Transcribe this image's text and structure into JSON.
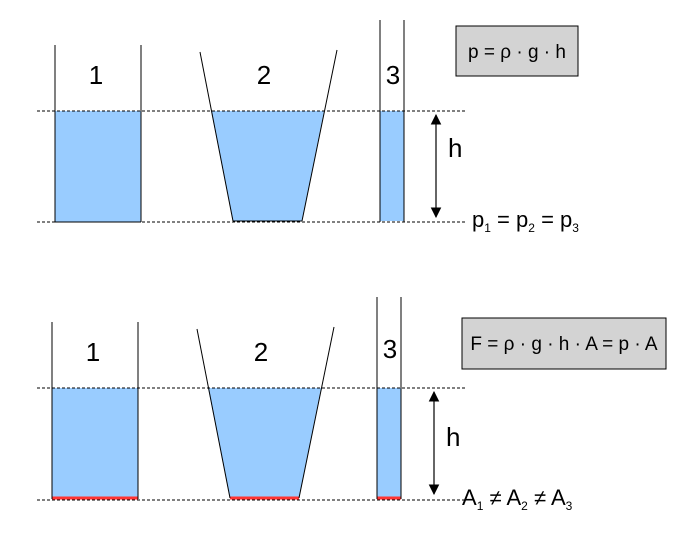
{
  "top": {
    "formula": "p = ρ · g · h",
    "vessel_labels": [
      "1",
      "2",
      "3"
    ],
    "height_label": "h",
    "equation": {
      "p1_base": "p",
      "p1_sub": "1",
      "eq1": " = ",
      "p2_base": "p",
      "p2_sub": "2",
      "eq2": " = ",
      "p3_base": "p",
      "p3_sub": "3"
    }
  },
  "bottom": {
    "formula": "F = ρ · g · h · A = p · A",
    "vessel_labels": [
      "1",
      "2",
      "3"
    ],
    "height_label": "h",
    "equation": {
      "a1_base": "A",
      "a1_sub": "1",
      "ne1": " ≠ ",
      "a2_base": "A",
      "a2_sub": "2",
      "ne2": " ≠ ",
      "a3_base": "A",
      "a3_sub": "3"
    }
  },
  "colors": {
    "liquid": "#99ccff",
    "base_highlight": "#ff3333",
    "formula_box": "#d3d3d3"
  }
}
